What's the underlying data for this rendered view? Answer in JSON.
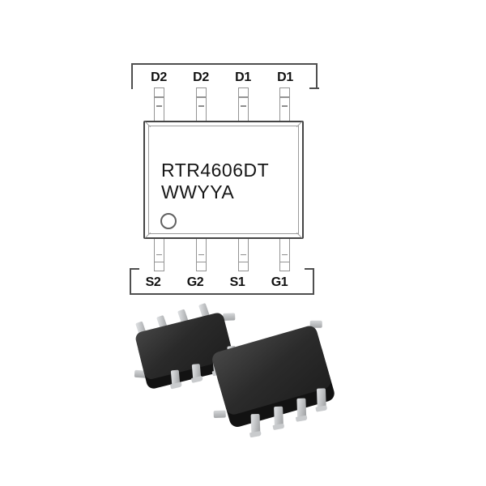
{
  "pinout": {
    "marking_line1": "RTR4606DT",
    "marking_line2": "WWYYA",
    "top_labels": [
      "D2",
      "D2",
      "D1",
      "D1"
    ],
    "bottom_labels": [
      "S2",
      "G2",
      "S1",
      "G1"
    ]
  },
  "photos": {
    "left_package_icon": "soic8-package-angled-top-view",
    "right_package_icon": "soic8-package-front-view"
  },
  "colors": {
    "background": "#ffffff",
    "diagram_line": "#4f4f4f",
    "pin_outline": "#949494",
    "label_text": "#111111",
    "marking_text": "#161616",
    "package_body": "#262626",
    "package_lead": "#c6c8ca"
  }
}
